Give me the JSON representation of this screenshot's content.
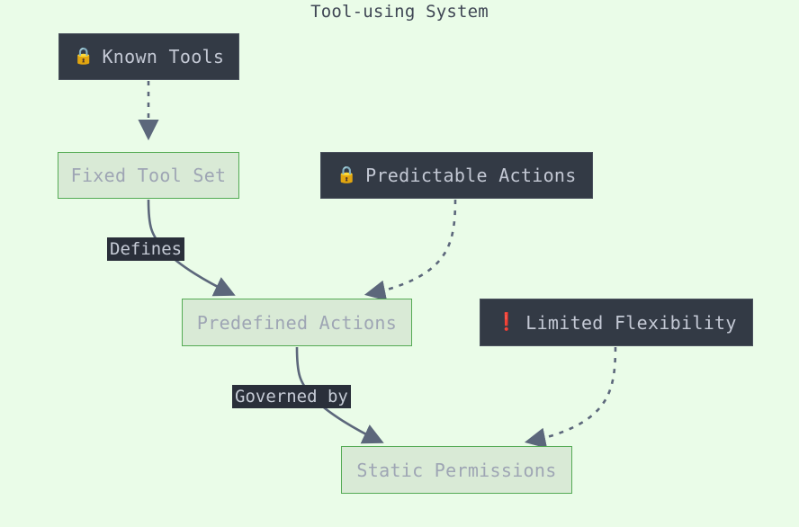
{
  "diagram": {
    "title": "Tool-using System",
    "type": "flowchart",
    "background_color": "#eafce8",
    "colors": {
      "dark_node_fill": "#333a45",
      "dark_node_text": "#c3c8d4",
      "green_node_fill": "#d9ead6",
      "green_node_border": "#55ab55",
      "green_node_text": "#9ea5b4",
      "edge_stroke": "#5c677b",
      "label_fill": "#2a2f3a",
      "lock_icon": "#cbb668",
      "warning_icon": "#e02020",
      "title_text": "#3f4654"
    },
    "nodes": [
      {
        "id": "known-tools",
        "label": "Known Tools",
        "icon": "lock-icon",
        "icon_glyph": "🔒",
        "style": "dark"
      },
      {
        "id": "fixed-tool-set",
        "label": "Fixed Tool Set",
        "icon": null,
        "icon_glyph": "",
        "style": "green"
      },
      {
        "id": "predictable-actions",
        "label": "Predictable Actions",
        "icon": "lock-icon",
        "icon_glyph": "🔒",
        "style": "dark"
      },
      {
        "id": "predefined-actions",
        "label": "Predefined Actions",
        "icon": null,
        "icon_glyph": "",
        "style": "green"
      },
      {
        "id": "limited-flexibility",
        "label": "Limited Flexibility",
        "icon": "warning-icon",
        "icon_glyph": "❗",
        "style": "dark"
      },
      {
        "id": "static-permissions",
        "label": "Static Permissions",
        "icon": null,
        "icon_glyph": "",
        "style": "green"
      }
    ],
    "edges": [
      {
        "id": "e1",
        "from": "known-tools",
        "to": "fixed-tool-set",
        "label": "",
        "line": "dotted",
        "arrow": "filled-triangle"
      },
      {
        "id": "e2",
        "from": "fixed-tool-set",
        "to": "predefined-actions",
        "label": "Defines",
        "line": "solid",
        "arrow": "filled-triangle"
      },
      {
        "id": "e3",
        "from": "predictable-actions",
        "to": "predefined-actions",
        "label": "",
        "line": "dotted",
        "arrow": "filled-triangle"
      },
      {
        "id": "e4",
        "from": "predefined-actions",
        "to": "static-permissions",
        "label": "Governed by",
        "line": "solid",
        "arrow": "filled-triangle"
      },
      {
        "id": "e5",
        "from": "limited-flexibility",
        "to": "static-permissions",
        "label": "",
        "line": "dotted",
        "arrow": "filled-triangle"
      }
    ],
    "edge_labels": {
      "defines": "Defines",
      "governed_by": "Governed by"
    }
  }
}
